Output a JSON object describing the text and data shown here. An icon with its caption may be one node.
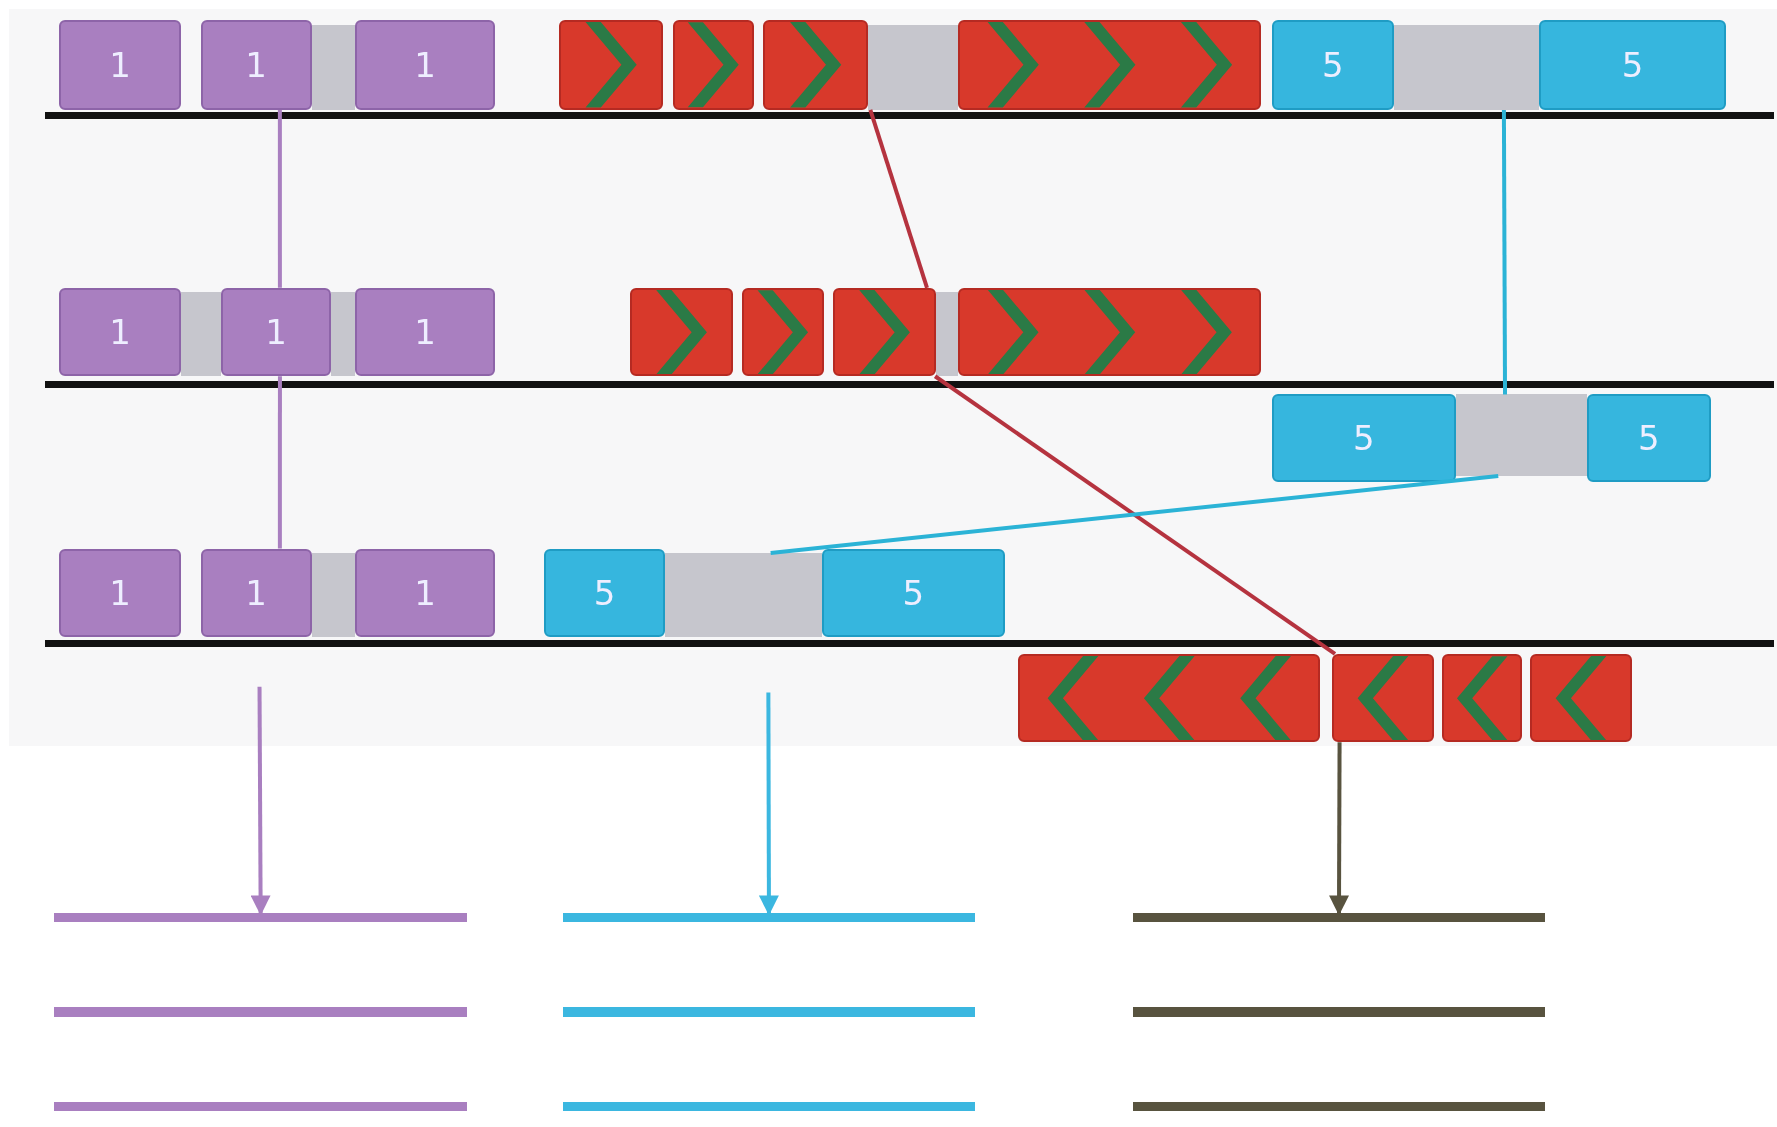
{
  "diagram": {
    "nodes": [
      {
        "text": [
          "1"
        ]
      },
      {
        "text": [
          "1"
        ]
      },
      {
        "text": [],
        "shape": "bar"
      },
      {
        "text": [
          "1"
        ]
      },
      {
        "text": [],
        "shape": "box"
      },
      {
        "text": [],
        "shape": "box"
      },
      {
        "text": [],
        "shape": "box"
      },
      {
        "text": [],
        "shape": "bar"
      },
      {
        "text": [],
        "shape": "box"
      },
      {
        "text": [
          "5"
        ]
      },
      {
        "text": [],
        "shape": "bar"
      },
      {
        "text": [
          "5"
        ]
      },
      {
        "text": [
          "1"
        ]
      },
      {
        "text": [],
        "shape": "bar"
      },
      {
        "text": [
          "1"
        ]
      },
      {
        "text": [],
        "shape": "bar"
      },
      {
        "text": [
          "1"
        ]
      },
      {
        "text": [],
        "shape": "box"
      },
      {
        "text": [],
        "shape": "box"
      },
      {
        "text": [],
        "shape": "box"
      },
      {
        "text": [],
        "shape": "bar"
      },
      {
        "text": [],
        "shape": "box"
      },
      {
        "text": [
          "5"
        ]
      },
      {
        "text": [],
        "shape": "bar"
      },
      {
        "text": [
          "5"
        ]
      },
      {
        "text": [
          "1"
        ]
      },
      {
        "text": [
          "1"
        ]
      },
      {
        "text": [],
        "shape": "bar"
      },
      {
        "text": [
          "1"
        ]
      },
      {
        "text": [
          "5"
        ]
      },
      {
        "text": [],
        "shape": "bar"
      },
      {
        "text": [
          "5"
        ]
      },
      {
        "text": [],
        "shape": "box"
      },
      {
        "text": [],
        "shape": "box"
      },
      {
        "text": [],
        "shape": "box"
      },
      {
        "text": [],
        "shape": "box"
      },
      {
        "text": [],
        "shape": "bar"
      },
      {
        "text": [],
        "shape": "bar"
      },
      {
        "text": [],
        "shape": "bar"
      },
      {
        "text": [],
        "shape": "bar"
      },
      {
        "text": [],
        "shape": "bar"
      },
      {
        "text": [],
        "shape": "bar"
      },
      {
        "text": [],
        "shape": "bar"
      },
      {
        "text": [],
        "shape": "bar"
      },
      {
        "text": [],
        "shape": "bar"
      }
    ],
    "edges": [
      {
        "from": 1,
        "to": 14,
        "arrow": "none",
        "color": "#a97fc0"
      },
      {
        "from": 14,
        "to": 26,
        "arrow": "none",
        "color": "#a97fc0"
      },
      {
        "from": 7,
        "to": 19,
        "arrow": "none",
        "color": "#b5333f"
      },
      {
        "from": 19,
        "to": 33,
        "arrow": "none",
        "color": "#b5333f"
      },
      {
        "from": 10,
        "to": 23,
        "arrow": "none",
        "color": "#2bb3d6"
      },
      {
        "from": 23,
        "to": 30,
        "arrow": "none",
        "color": "#2bb3d6"
      },
      {
        "from": null,
        "to": 36,
        "arrow": "to",
        "color": "#a97fc0"
      },
      {
        "from": null,
        "to": 37,
        "arrow": "to",
        "color": "#3bb7e0"
      },
      {
        "from": 33,
        "to": 38,
        "arrow": "to",
        "color": "#58533f"
      }
    ]
  }
}
